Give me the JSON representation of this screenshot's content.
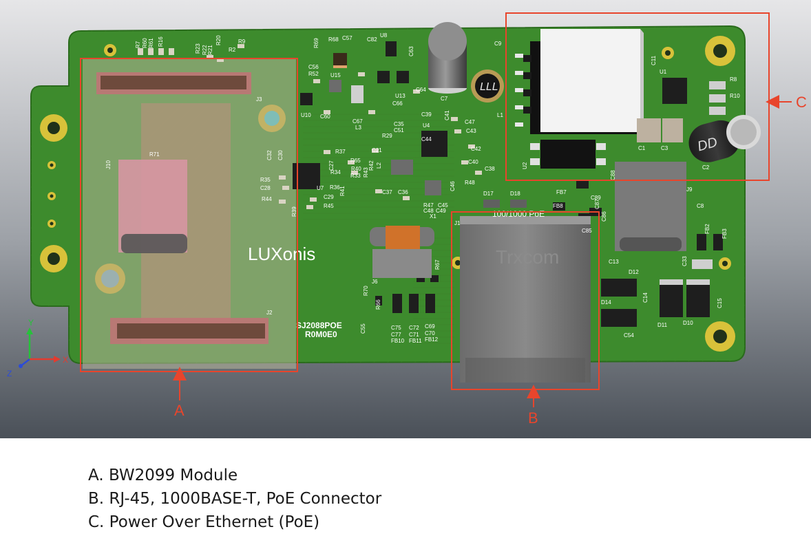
{
  "annotations": {
    "a": {
      "letter": "A",
      "color": "#e8452c"
    },
    "b": {
      "letter": "B",
      "color": "#e8452c"
    },
    "c": {
      "letter": "C",
      "color": "#e8452c"
    }
  },
  "board": {
    "part_number": "SJ2088POE",
    "revision": "R0M0E0",
    "logo": "LUXonis",
    "rj45_marking": "100/1000 PoE",
    "magnetics_brand": "Trxcom"
  },
  "silkscreen": [
    "R7",
    "R60",
    "R61",
    "R16",
    "R23",
    "R22",
    "R21",
    "R20",
    "R9",
    "R2",
    "R69",
    "R68",
    "C57",
    "C82",
    "U8",
    "C56",
    "R52",
    "U15",
    "C9",
    "C63",
    "C60",
    "U10",
    "C66",
    "C64",
    "U13",
    "C39",
    "C41",
    "C47",
    "C43",
    "C35",
    "C51",
    "U4",
    "L3",
    "C67",
    "R71",
    "J3",
    "J10",
    "R37",
    "C32",
    "C30",
    "C27",
    "R34",
    "R65",
    "R40",
    "R42",
    "R43",
    "C21",
    "C44",
    "C42",
    "C40",
    "C38",
    "R29",
    "R35",
    "C28",
    "R44",
    "R36",
    "R33",
    "C29",
    "R45",
    "R41",
    "R39",
    "U7",
    "C37",
    "C36",
    "C46",
    "R48",
    "L2",
    "R47",
    "C45",
    "C48",
    "C49",
    "X1",
    "D17",
    "D18",
    "J1",
    "J6",
    "R67",
    "R70",
    "R66",
    "C75",
    "C72",
    "C69",
    "C77",
    "C71",
    "C70",
    "FB10",
    "FB11",
    "FB12",
    "C55",
    "J2",
    "U1",
    "C11",
    "R8",
    "R10",
    "C1",
    "C3",
    "C2",
    "U2",
    "C88",
    "FB7",
    "FB8",
    "C89",
    "C87",
    "C85",
    "C86",
    "J9",
    "C8",
    "FB2",
    "FB3",
    "C13",
    "D12",
    "C33",
    "D14",
    "C14",
    "C15",
    "D11",
    "D10",
    "C54",
    "L1",
    "C7"
  ],
  "axes": {
    "x": "X",
    "y": "Y",
    "z": "Z"
  },
  "legend": [
    "A. BW2099 Module",
    "B. RJ-45, 1000BASE-T, PoE Connector",
    "C. Power Over Ethernet (PoE)"
  ]
}
